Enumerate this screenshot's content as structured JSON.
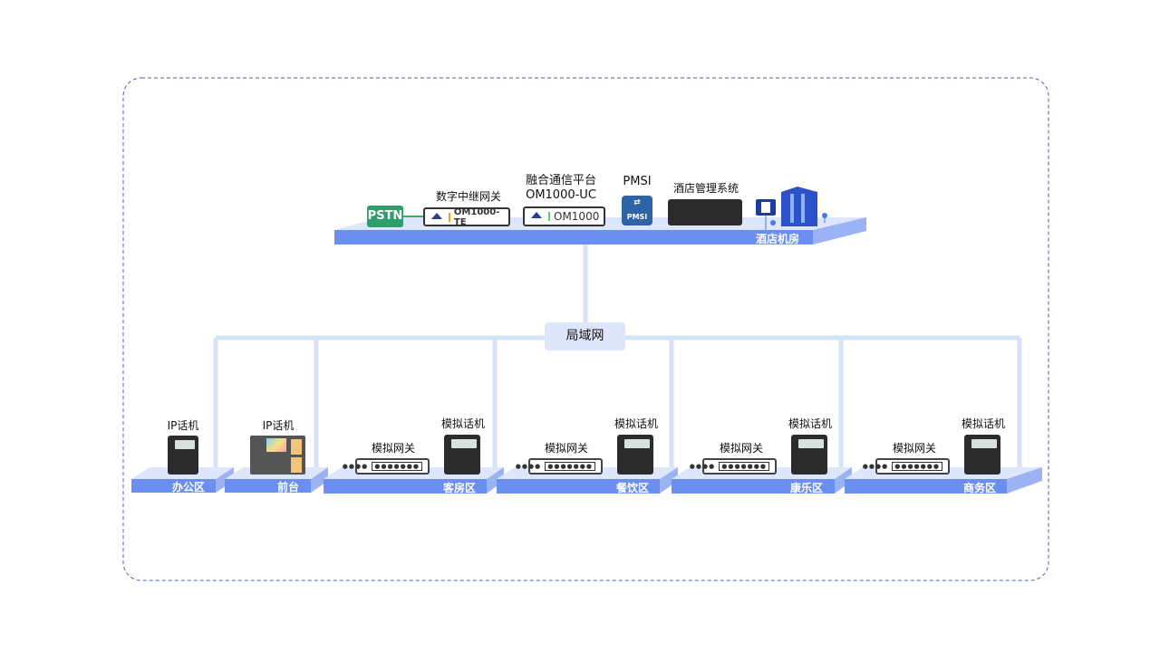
{
  "server_room": {
    "zone_label": "酒店机房",
    "pstn": "PSTN",
    "trunk_gateway": {
      "title": "数字中继网关",
      "model": "OM1000-TE"
    },
    "platform": {
      "title": "融合通信平台",
      "subtitle": "OM1000-UC",
      "model": "OM1000"
    },
    "pmsi": {
      "title": "PMSI",
      "label": "PMSI"
    },
    "hms": {
      "title": "酒店管理系统"
    }
  },
  "lan_label": "局域网",
  "zones": [
    {
      "label": "办公区",
      "devices": [
        "IP话机"
      ]
    },
    {
      "label": "前台",
      "devices": [
        "IP话机"
      ]
    },
    {
      "label": "客房区",
      "devices": [
        "模拟网关",
        "模拟话机"
      ]
    },
    {
      "label": "餐饮区",
      "devices": [
        "模拟网关",
        "模拟话机"
      ]
    },
    {
      "label": "康乐区",
      "devices": [
        "模拟网关",
        "模拟话机"
      ]
    },
    {
      "label": "商务区",
      "devices": [
        "模拟网关",
        "模拟话机"
      ]
    }
  ],
  "colors": {
    "platform_front": "#6b8ff0",
    "platform_top": "#dde6fb",
    "line": "#d6e2f6",
    "pstn": "#2e9e6a",
    "pmsi": "#2f63a8",
    "border": "#4a62a8"
  }
}
